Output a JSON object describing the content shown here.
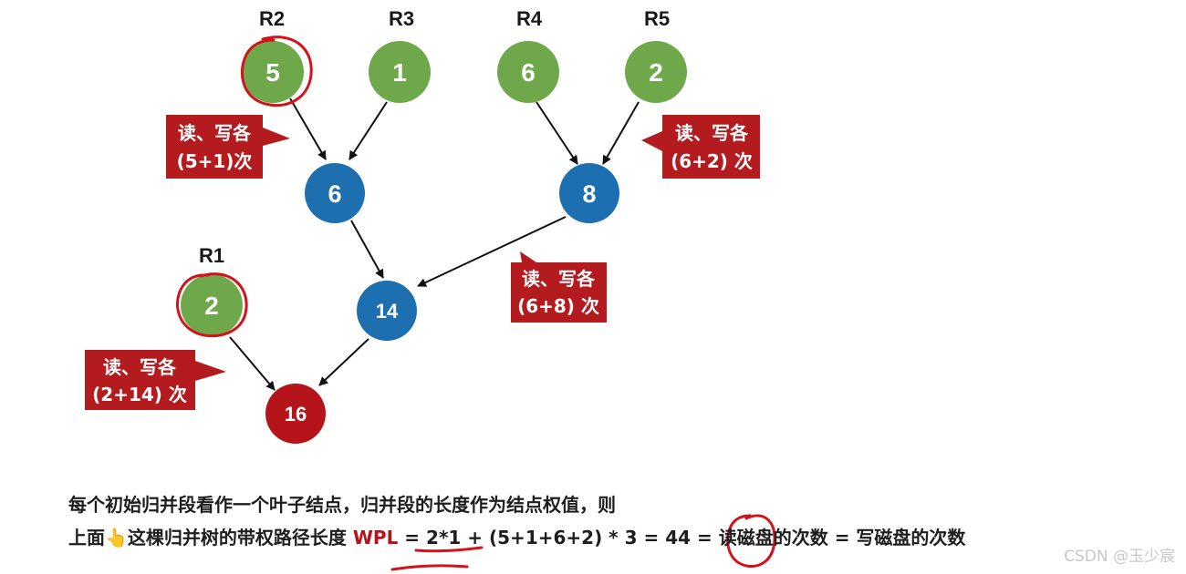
{
  "tree": {
    "leaves": [
      {
        "label": "R2",
        "value": "5",
        "circled": true
      },
      {
        "label": "R3",
        "value": "1",
        "circled": false
      },
      {
        "label": "R4",
        "value": "6",
        "circled": false
      },
      {
        "label": "R5",
        "value": "2",
        "circled": false
      },
      {
        "label": "R1",
        "value": "2",
        "circled": true
      }
    ],
    "internal_nodes": [
      {
        "value": "6",
        "from": [
          "5",
          "1"
        ]
      },
      {
        "value": "8",
        "from": [
          "6",
          "2"
        ]
      },
      {
        "value": "14",
        "from": [
          "6",
          "8"
        ]
      },
      {
        "value": "16",
        "from": [
          "2",
          "14"
        ]
      }
    ]
  },
  "callouts": [
    {
      "line1": "读、写各",
      "line2": "(5+1)次"
    },
    {
      "line1": "读、写各",
      "line2": "(6+2) 次"
    },
    {
      "line1": "读、写各",
      "line2": "(6+8) 次"
    },
    {
      "line1": "读、写各",
      "line2": "(2+14) 次"
    }
  ],
  "text": {
    "line1": "每个初始归并段看作一个叶子结点，归并段的长度作为结点权值，则",
    "line2_prefix": "上面",
    "line2_pointer": "👆",
    "line2_mid": "这棵归并树的带权路径长度 ",
    "wpl": "WPL",
    "line2_formula": " =  2*1 + (5+1+6+2) * 3 = ",
    "result": "44",
    "line2_suffix": " = 读磁盘的次数 = 写磁盘的次数"
  },
  "watermark": "CSDN @玉少宸",
  "colors": {
    "leaf_green": "#6fa84a",
    "node_blue": "#1d6fb0",
    "root_red": "#b5141a",
    "callout_red": "#b31b1f",
    "annotation_red": "#d4121b"
  }
}
